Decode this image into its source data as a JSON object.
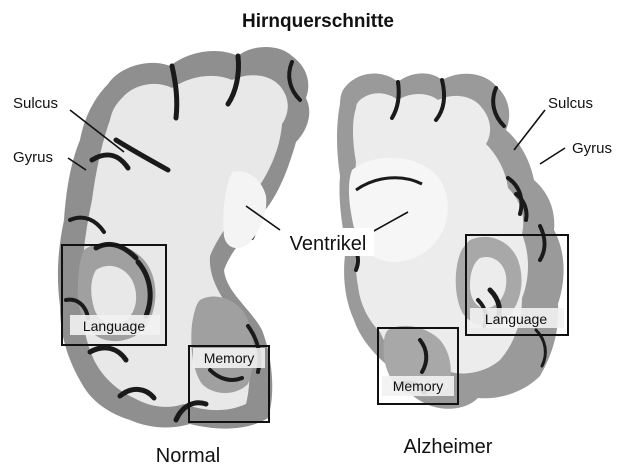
{
  "title": "Hirnquerschnitte",
  "labels": {
    "left_sulcus": "Sulcus",
    "left_gyrus": "Gyrus",
    "right_sulcus": "Sulcus",
    "right_gyrus": "Gyrus",
    "ventricle": "Ventrikel",
    "left_language": "Language",
    "left_memory": "Memory",
    "right_language": "Language",
    "right_memory": "Memory",
    "caption_normal": "Normal",
    "caption_alzheimer": "Alzheimer"
  },
  "colors": {
    "cortex_gray": "#8c8c8c",
    "white_matter": "#e6e6e6",
    "sulcus_dark": "#1a1a1a",
    "ink": "#111111"
  }
}
